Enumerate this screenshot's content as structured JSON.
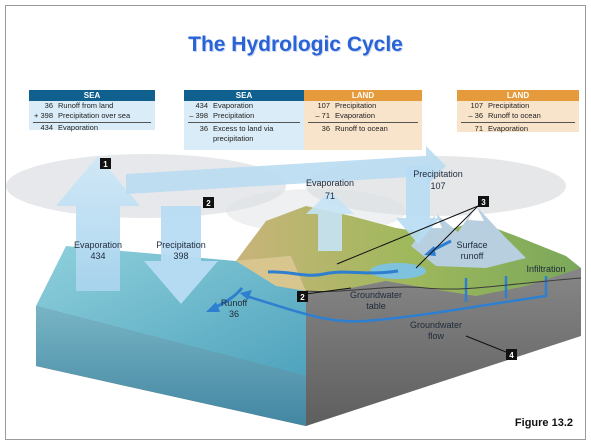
{
  "title": "The Hydrologic Cycle",
  "figure_label": "Figure 13.2",
  "tables": {
    "sea_left": {
      "header": "SEA",
      "rows": [
        {
          "num": "36",
          "label": "Runoff from land"
        },
        {
          "num": "+ 398",
          "label": "Precipitation over sea"
        },
        {
          "num": "434",
          "label": "Evaporation"
        }
      ]
    },
    "sea_mid": {
      "header": "SEA",
      "rows": [
        {
          "num": "434",
          "label": "Evaporation"
        },
        {
          "num": "– 398",
          "label": "Precipitation"
        },
        {
          "num": "36",
          "label": "Excess to land via"
        },
        {
          "num": "",
          "label": "precipitation"
        }
      ]
    },
    "land_mid": {
      "header": "LAND",
      "rows": [
        {
          "num": "107",
          "label": "Precipitation"
        },
        {
          "num": "– 71",
          "label": "Evaporation"
        },
        {
          "num": "36",
          "label": "Runoff to ocean"
        }
      ]
    },
    "land_right": {
      "header": "LAND",
      "rows": [
        {
          "num": "107",
          "label": "Precipitation"
        },
        {
          "num": "– 36",
          "label": "Runoff to ocean"
        },
        {
          "num": "71",
          "label": "Evaporation"
        }
      ]
    }
  },
  "diagram": {
    "evap_sea": {
      "label": "Evaporation",
      "value": "434"
    },
    "precip_sea": {
      "label": "Precipitation",
      "value": "398"
    },
    "evap_land": {
      "label": "Evaporation",
      "value": "71"
    },
    "precip_land": {
      "label": "Precipitation",
      "value": "107"
    },
    "surface_runoff": {
      "line1": "Surface",
      "line2": "runoff"
    },
    "runoff": {
      "label": "Runoff",
      "value": "36"
    },
    "infiltration": "Infiltration",
    "gw_table": {
      "line1": "Groundwater",
      "line2": "table"
    },
    "gw_flow": {
      "line1": "Groundwater",
      "line2": "flow"
    },
    "markers": [
      "1",
      "2",
      "2",
      "3",
      "4"
    ]
  },
  "colors": {
    "title": "#2a63d6",
    "sea_header": "#0f5f8f",
    "land_header": "#e59a3c",
    "arrow": "#b7dcf3",
    "water_line": "#2f7fd0"
  }
}
